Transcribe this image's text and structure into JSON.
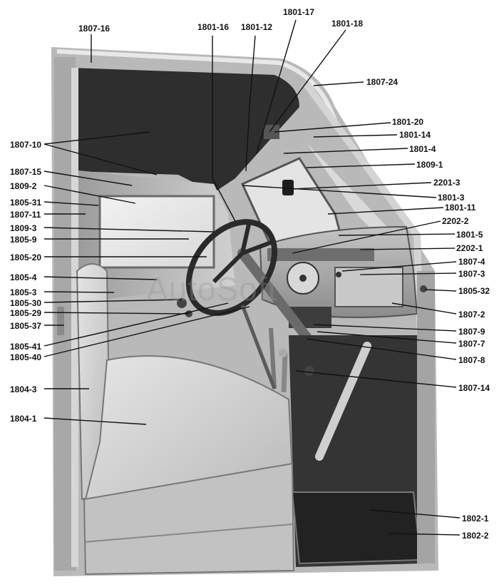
{
  "watermark": "AutoSoft",
  "callouts": [
    {
      "id": "1807-16"
    },
    {
      "id": "1801-16"
    },
    {
      "id": "1801-12"
    },
    {
      "id": "1801-17"
    },
    {
      "id": "1801-18"
    },
    {
      "id": "1807-24"
    },
    {
      "id": "1801-20"
    },
    {
      "id": "1801-14"
    },
    {
      "id": "1801-4"
    },
    {
      "id": "1809-1"
    },
    {
      "id": "2201-3"
    },
    {
      "id": "1801-3"
    },
    {
      "id": "1801-11"
    },
    {
      "id": "2202-2"
    },
    {
      "id": "1801-5"
    },
    {
      "id": "2202-1"
    },
    {
      "id": "1807-4"
    },
    {
      "id": "1807-3"
    },
    {
      "id": "1805-32"
    },
    {
      "id": "1807-2"
    },
    {
      "id": "1807-9"
    },
    {
      "id": "1807-7"
    },
    {
      "id": "1807-8"
    },
    {
      "id": "1807-14"
    },
    {
      "id": "1802-1"
    },
    {
      "id": "1802-2"
    },
    {
      "id": "1807-10"
    },
    {
      "id": "1807-15"
    },
    {
      "id": "1809-2"
    },
    {
      "id": "1805-31"
    },
    {
      "id": "1807-11"
    },
    {
      "id": "1809-3"
    },
    {
      "id": "1805-9"
    },
    {
      "id": "1805-20"
    },
    {
      "id": "1805-4"
    },
    {
      "id": "1805-3"
    },
    {
      "id": "1805-30"
    },
    {
      "id": "1805-29"
    },
    {
      "id": "1805-37"
    },
    {
      "id": "1805-41"
    },
    {
      "id": "1805-40"
    },
    {
      "id": "1804-3"
    },
    {
      "id": "1804-1"
    }
  ]
}
